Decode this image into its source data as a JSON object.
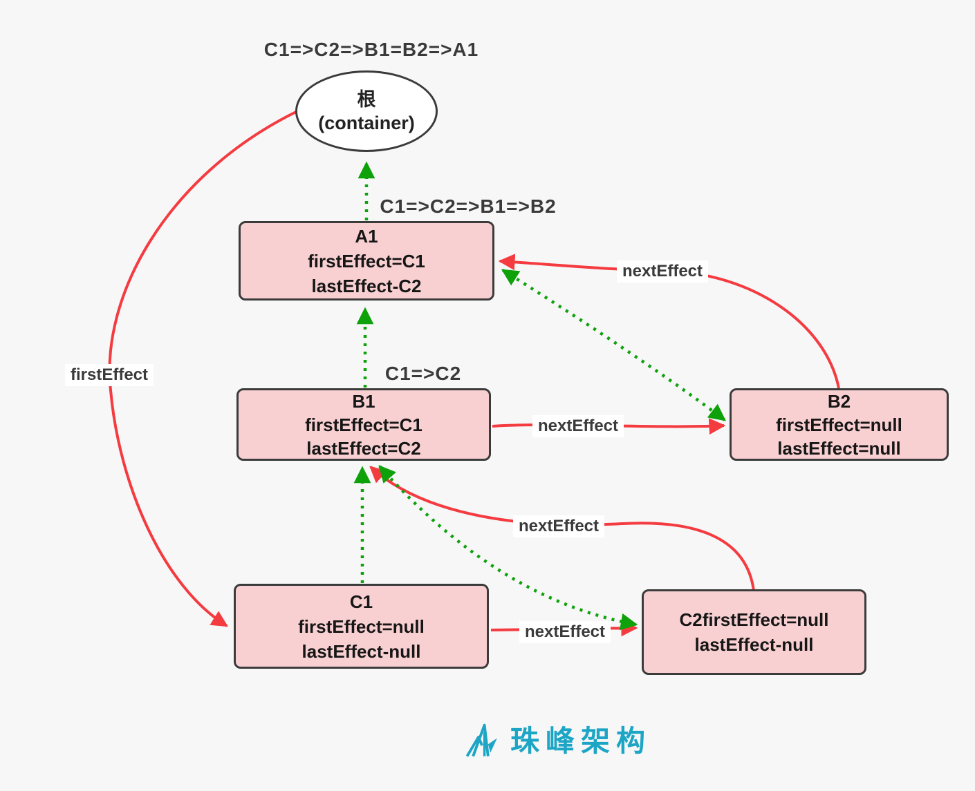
{
  "title": "C1=>C2=>B1=B2=>A1",
  "root_node": {
    "line1": "根",
    "line2": "(container)"
  },
  "annotations": {
    "above_a1": "C1=>C2=>B1=>B2",
    "above_b1": "C1=>C2"
  },
  "nodes": {
    "a1": {
      "title": "A1",
      "line1": "firstEffect=C1",
      "line2": "lastEffect-C2"
    },
    "b1": {
      "title": "B1",
      "line1": "firstEffect=C1",
      "line2": "lastEffect=C2"
    },
    "b2": {
      "title": "B2",
      "line1": "firstEffect=null",
      "line2": "lastEffect=null"
    },
    "c1": {
      "title": "C1",
      "line1": "firstEffect=null",
      "line2": "lastEffect-null"
    },
    "c2": {
      "line1": "C2firstEffect=null",
      "line2": "lastEffect-null"
    }
  },
  "edge_labels": {
    "first_effect": "firstEffect",
    "next_effect_b1_b2": "nextEffect",
    "next_effect_b2_a1": "nextEffect",
    "next_effect_c1_c2": "nextEffect",
    "next_effect_c2_b1": "nextEffect"
  },
  "logo": {
    "text": "珠峰架构",
    "color": "#1ca5c5"
  },
  "colors": {
    "red": "#f43b40",
    "green": "#0ea10a",
    "node_fill": "#f9d0d2",
    "node_border": "#3b3b3b",
    "label_text": "#3a3a3a",
    "background": "#f7f7f8"
  }
}
